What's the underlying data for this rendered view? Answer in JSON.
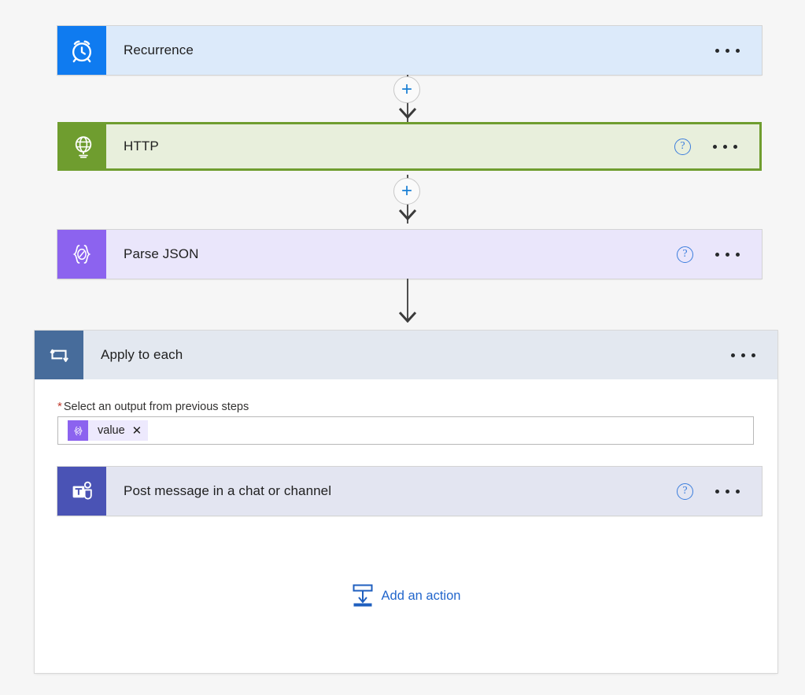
{
  "canvas": {
    "background": "#f6f6f6"
  },
  "steps": [
    {
      "id": "recurrence",
      "title": "Recurrence",
      "icon": "alarm-clock-icon",
      "icon_color": "#0f7bf0",
      "body_color": "#dceafa",
      "selected": false,
      "has_help": false,
      "menu_label": "..."
    },
    {
      "id": "http",
      "title": "HTTP",
      "icon": "globe-icon",
      "icon_color": "#6f9d2f",
      "body_color": "#e8efdc",
      "selected": true,
      "selected_border_color": "#6f9d2f",
      "has_help": true,
      "menu_label": "..."
    },
    {
      "id": "parse-json",
      "title": "Parse JSON",
      "icon": "parse-json-icon",
      "icon_color": "#8c63ef",
      "body_color": "#eae6fb",
      "selected": false,
      "has_help": true,
      "menu_label": "..."
    }
  ],
  "scope": {
    "id": "apply-to-each",
    "title": "Apply to each",
    "icon": "loop-icon",
    "icon_color": "#476c9b",
    "header_color": "#e3e8f0",
    "menu_label": "...",
    "field": {
      "required_marker": "*",
      "label": "Select an output from previous steps",
      "token": {
        "icon": "parse-json-icon",
        "icon_color": "#8c63ef",
        "label": "value",
        "remove_label": "✕"
      }
    },
    "child_step": {
      "id": "post-message",
      "title": "Post message in a chat or channel",
      "icon": "teams-icon",
      "icon_color": "#4a53b5",
      "body_color": "#e3e5f1",
      "has_help": true,
      "menu_label": "..."
    },
    "add_action": {
      "icon": "insert-step-icon",
      "label": "Add an action",
      "color": "#2266cc"
    }
  },
  "connectors": [
    {
      "id": "recurrence-to-http",
      "has_plus": true,
      "plus_label": "+"
    },
    {
      "id": "http-to-parse-json",
      "has_plus": true,
      "plus_label": "+"
    },
    {
      "id": "parse-json-to-apply",
      "has_plus": false
    }
  ],
  "help_icon_label": "?"
}
